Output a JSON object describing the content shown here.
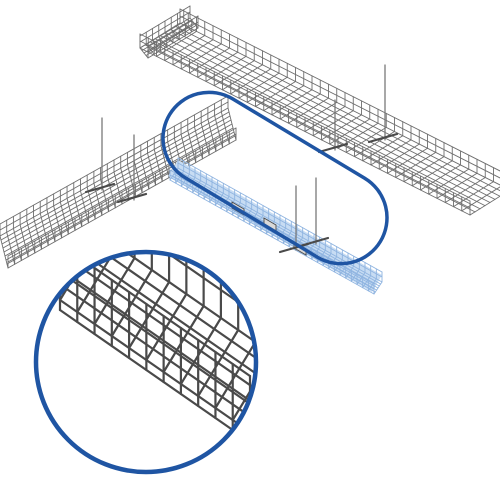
{
  "diagram": {
    "subject": "wire-mesh-cable-tray-system",
    "colors": {
      "background": "#ffffff",
      "tray_line": "#6e6e6e",
      "tray_line_dark": "#4a4a4a",
      "highlight_outline": "#1f55a3",
      "highlight_fill": "#c7dcf3",
      "highlight_line": "#8fb4e0",
      "rod": "#7a7a7a"
    },
    "callouts": [
      {
        "id": "highlighted-tray-section",
        "shape": "pill-outline"
      },
      {
        "id": "detail-zoom",
        "shape": "circle-outline"
      }
    ]
  }
}
